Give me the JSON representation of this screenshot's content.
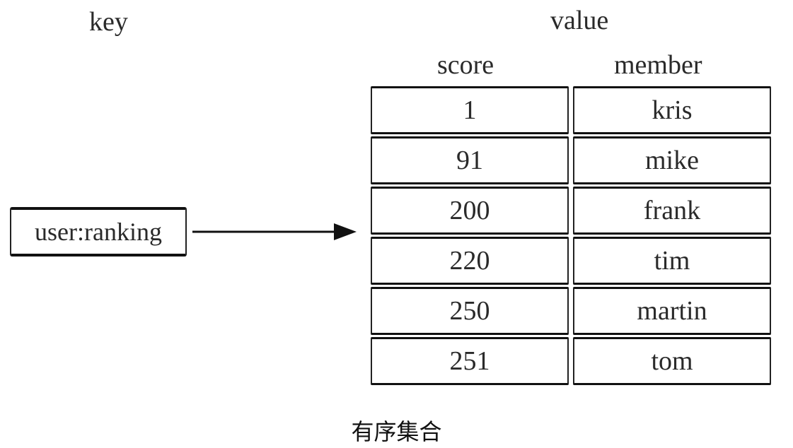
{
  "headings": {
    "key": "key",
    "value": "value",
    "score": "score",
    "member": "member"
  },
  "key_name": "user:ranking",
  "rows": [
    {
      "score": "1",
      "member": "kris"
    },
    {
      "score": "91",
      "member": "mike"
    },
    {
      "score": "200",
      "member": "frank"
    },
    {
      "score": "220",
      "member": "tim"
    },
    {
      "score": "250",
      "member": "martin"
    },
    {
      "score": "251",
      "member": "tom"
    }
  ],
  "caption": "有序集合",
  "colors": {
    "ink": "#111111",
    "text": "#2a2a2a",
    "background": "#ffffff"
  }
}
